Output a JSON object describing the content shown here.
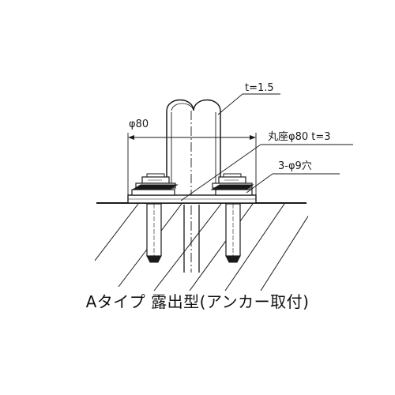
{
  "labels": {
    "thickness": "t=1.5",
    "pipe_diameter": "φ80",
    "base_plate": "丸座φ80 t=3",
    "holes": "3-φ9穴"
  },
  "caption": "Aタイプ 露出型(アンカー取付)",
  "colors": {
    "line": "#1a1a1a",
    "background": "#ffffff"
  }
}
